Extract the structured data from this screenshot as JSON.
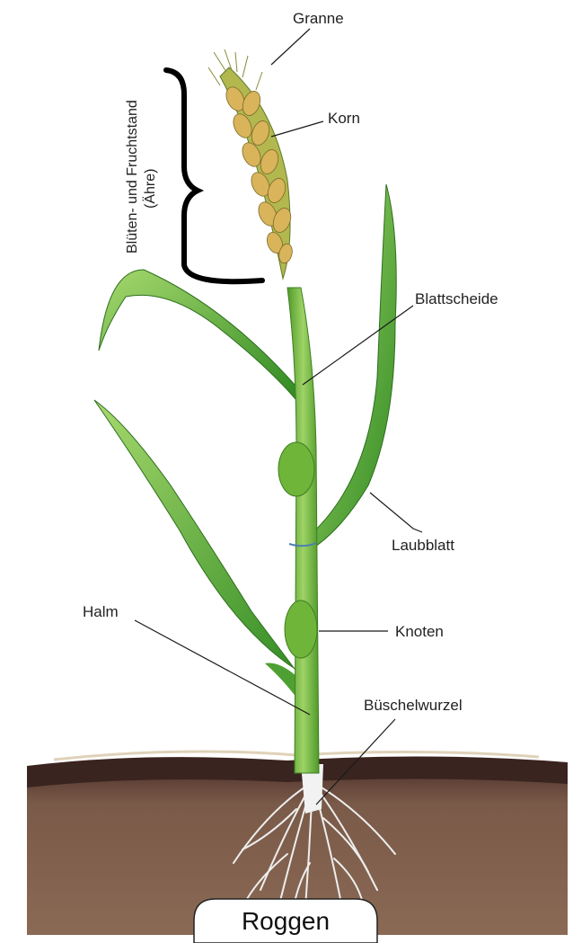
{
  "title": "Roggen",
  "labels": {
    "granne": "Granne",
    "korn": "Korn",
    "bluete_line1": "Blüten- und Fruchtstand",
    "bluete_line2": "(Ähre)",
    "blattscheide": "Blattscheide",
    "laubblatt": "Laubblatt",
    "halm": "Halm",
    "knoten": "Knoten",
    "bueschelwurzel": "Büschelwurzel"
  },
  "colors": {
    "leaf": "#3f9a2a",
    "leaf_light": "#8fcf58",
    "stem": "#6fb53a",
    "ear": "#a8b04a",
    "grain": "#d6b45a",
    "soil": "#6b4a3a",
    "soil_dark": "#3a2420",
    "root": "#e8e8e8",
    "bracket": "#000000"
  }
}
